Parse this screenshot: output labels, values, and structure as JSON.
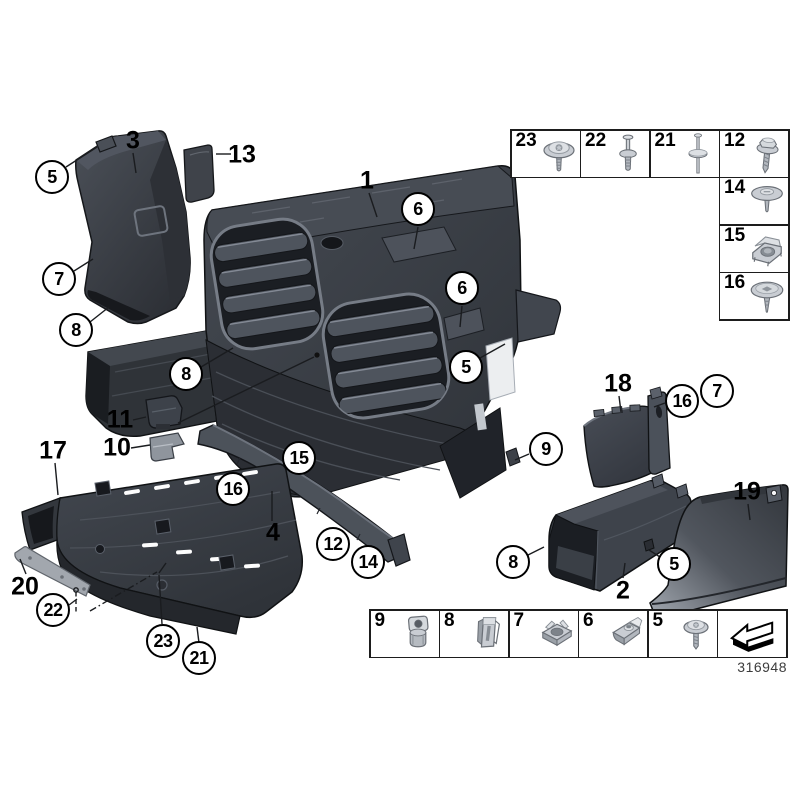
{
  "drawing_number": "316948",
  "callouts": {
    "circled": [
      {
        "label": "5"
      },
      {
        "label": "7"
      },
      {
        "label": "8"
      },
      {
        "label": "6"
      },
      {
        "label": "6"
      },
      {
        "label": "5"
      },
      {
        "label": "8"
      },
      {
        "label": "15"
      },
      {
        "label": "16"
      },
      {
        "label": "12"
      },
      {
        "label": "14"
      },
      {
        "label": "9"
      },
      {
        "label": "16"
      },
      {
        "label": "7"
      },
      {
        "label": "8"
      },
      {
        "label": "5"
      },
      {
        "label": "22"
      },
      {
        "label": "23"
      },
      {
        "label": "21"
      }
    ],
    "plain": [
      {
        "label": "3"
      },
      {
        "label": "13"
      },
      {
        "label": "1"
      },
      {
        "label": "11"
      },
      {
        "label": "10"
      },
      {
        "label": "17"
      },
      {
        "label": "4"
      },
      {
        "label": "18"
      },
      {
        "label": "19"
      },
      {
        "label": "2"
      },
      {
        "label": "20"
      }
    ]
  },
  "tables": {
    "top_row": [
      {
        "label": "23",
        "icon": "torx-screw-with-washer-icon"
      },
      {
        "label": "22",
        "icon": "expansion-rivet-icon"
      },
      {
        "label": "21",
        "icon": "rivet-pin-icon"
      },
      {
        "label": "12",
        "icon": "hex-head-screw-icon"
      }
    ],
    "right_column": [
      {
        "label": "14",
        "icon": "washer-screw-icon"
      },
      {
        "label": "15",
        "icon": "spring-cage-clip-icon"
      },
      {
        "label": "16",
        "icon": "plastic-rivet-nut-icon"
      }
    ],
    "bottom_row": [
      {
        "label": "9",
        "icon": "grommet-icon"
      },
      {
        "label": "8",
        "icon": "sheet-metal-clip-icon"
      },
      {
        "label": "7",
        "icon": "cage-nut-icon"
      },
      {
        "label": "6",
        "icon": "clamp-speed-nut-icon"
      },
      {
        "label": "5",
        "icon": "torx-screw-icon"
      },
      {
        "label": "",
        "icon": "front-direction-arrow-icon"
      }
    ]
  },
  "colors": {
    "background": "#ffffff",
    "outline": "#101214",
    "leader_line": "#1a1c1f",
    "part_body": "#3a3e45",
    "part_dark": "#25282d",
    "part_light": "#5a5f68",
    "kidney_recess": "#1b1e23",
    "metal_light": "#c9cdd3",
    "highlight_patch": "#eceef0"
  }
}
